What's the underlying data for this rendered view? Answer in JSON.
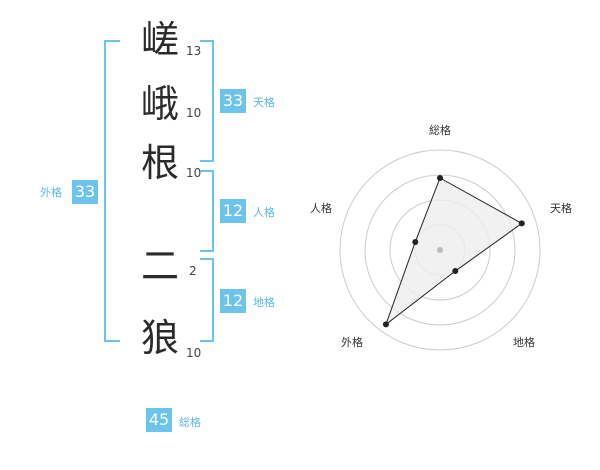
{
  "name": {
    "chars": [
      {
        "kanji": "嵯",
        "strokes": "13"
      },
      {
        "kanji": "峨",
        "strokes": "10"
      },
      {
        "kanji": "根",
        "strokes": "10"
      },
      {
        "kanji": "二",
        "strokes": "2"
      },
      {
        "kanji": "狼",
        "strokes": "10"
      }
    ]
  },
  "fortune": {
    "tenkaku": {
      "value": "33",
      "label": "天格"
    },
    "jinkaku": {
      "value": "12",
      "label": "人格"
    },
    "chikaku": {
      "value": "12",
      "label": "地格"
    },
    "gaikaku": {
      "value": "33",
      "label": "外格"
    },
    "soukaku": {
      "value": "45",
      "label": "総格"
    }
  },
  "radar": {
    "axes": [
      "総格",
      "天格",
      "地格",
      "外格",
      "人格"
    ],
    "levels": 4,
    "values": [
      0.72,
      0.86,
      0.26,
      0.92,
      0.26
    ],
    "colors": {
      "grid": "#cccccc",
      "fill": "#eeeeee",
      "line": "#222222",
      "center": "#bbbbbb"
    }
  }
}
